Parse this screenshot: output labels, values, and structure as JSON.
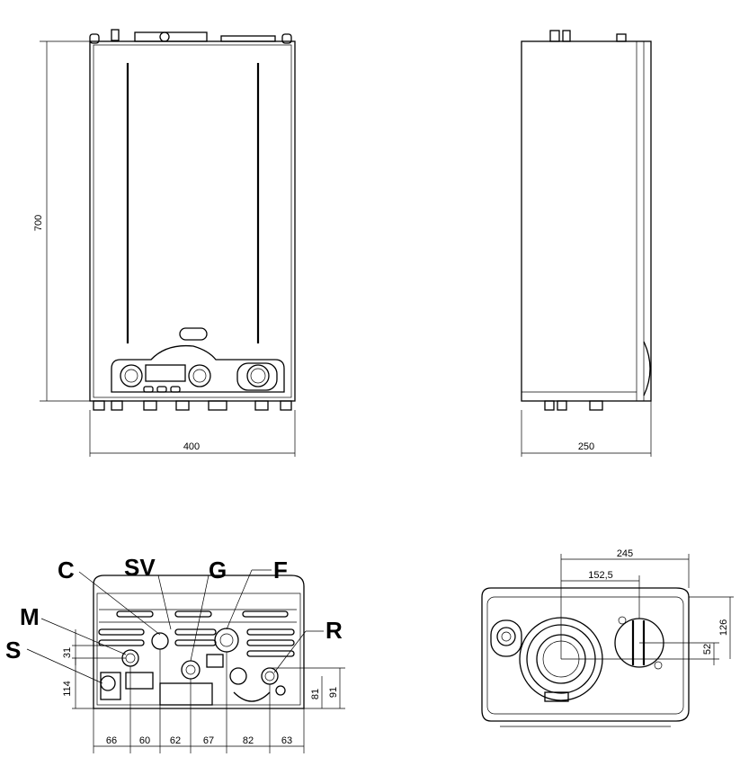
{
  "front_view": {
    "height_label": "700",
    "width_label": "400"
  },
  "side_view": {
    "depth_label": "250"
  },
  "bottom_view": {
    "labels": {
      "c": "C",
      "sv": "SV",
      "g": "G",
      "f": "F",
      "m": "M",
      "s": "S",
      "r": "R"
    },
    "dims": {
      "d31": "31",
      "d114": "114",
      "d81": "81",
      "d91": "91",
      "d66": "66",
      "d60": "60",
      "d62": "62",
      "d67": "67",
      "d82": "82",
      "d63": "63"
    }
  },
  "top_view": {
    "dims": {
      "d245": "245",
      "d152": "152,5",
      "d126": "126",
      "d52": "52"
    }
  }
}
